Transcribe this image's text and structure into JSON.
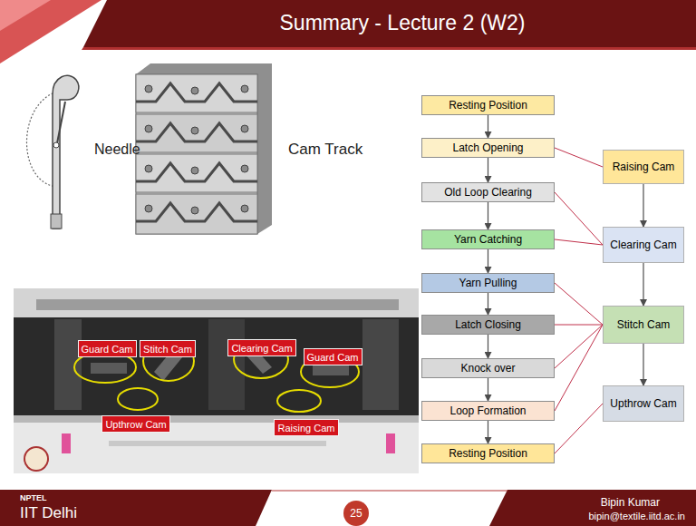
{
  "diagram": {
    "title": "Summary - Lecture 2 (W2)",
    "nodes": [
      {
        "text": [
          "Resting Position"
        ]
      },
      {
        "text": [
          "Latch Opening"
        ]
      },
      {
        "text": [
          "Old Loop Clearing"
        ]
      },
      {
        "text": [
          "Yarn Catching"
        ]
      },
      {
        "text": [
          "Yarn Pulling"
        ]
      },
      {
        "text": [
          "Latch Closing"
        ]
      },
      {
        "text": [
          "Knock over"
        ]
      },
      {
        "text": [
          "Loop Formation"
        ]
      },
      {
        "text": [
          "Resting Position"
        ]
      },
      {
        "text": [
          "Raising Cam"
        ]
      },
      {
        "text": [
          "Clearing Cam"
        ]
      },
      {
        "text": [
          "Stitch Cam"
        ]
      },
      {
        "text": [
          "Upthrow Cam"
        ]
      },
      {
        "text": [
          "Guard Cam"
        ]
      },
      {
        "text": [
          "Stitch Cam"
        ]
      },
      {
        "text": [
          "Clearing Cam"
        ]
      },
      {
        "text": [
          "Guard Cam"
        ]
      },
      {
        "text": [
          "Upthrow Cam"
        ]
      },
      {
        "text": [
          "Raising Cam"
        ]
      },
      {
        "text": [
          "25"
        ]
      }
    ],
    "edges": [
      {
        "from": 0,
        "to": 1,
        "arrow": "to"
      },
      {
        "from": 1,
        "to": 2,
        "arrow": "to"
      },
      {
        "from": 2,
        "to": 3,
        "arrow": "to"
      },
      {
        "from": 3,
        "to": 4,
        "arrow": "to"
      },
      {
        "from": 4,
        "to": 5,
        "arrow": "to"
      },
      {
        "from": 5,
        "to": 6,
        "arrow": "to"
      },
      {
        "from": 6,
        "to": 7,
        "arrow": "to"
      },
      {
        "from": 7,
        "to": 8,
        "arrow": "to"
      },
      {
        "from": 9,
        "to": 10,
        "arrow": "to"
      },
      {
        "from": 10,
        "to": 11,
        "arrow": "to"
      },
      {
        "from": 11,
        "to": 12,
        "arrow": "to"
      },
      {
        "from": 1,
        "to": 9,
        "arrow": "none"
      },
      {
        "from": 2,
        "to": 10,
        "arrow": "none"
      },
      {
        "from": 3,
        "to": 10,
        "arrow": "none"
      },
      {
        "from": 4,
        "to": 11,
        "arrow": "none"
      },
      {
        "from": 5,
        "to": 11,
        "arrow": "none"
      },
      {
        "from": 6,
        "to": 11,
        "arrow": "none"
      },
      {
        "from": 7,
        "to": 11,
        "arrow": "none"
      },
      {
        "from": 8,
        "to": 12,
        "arrow": "none"
      }
    ],
    "labels": [
      "Needle",
      "Cam Track",
      "NPTEL",
      "IIT Delhi",
      "Bipin Kumar",
      "bipin@textile.iitd.ac.in"
    ]
  }
}
